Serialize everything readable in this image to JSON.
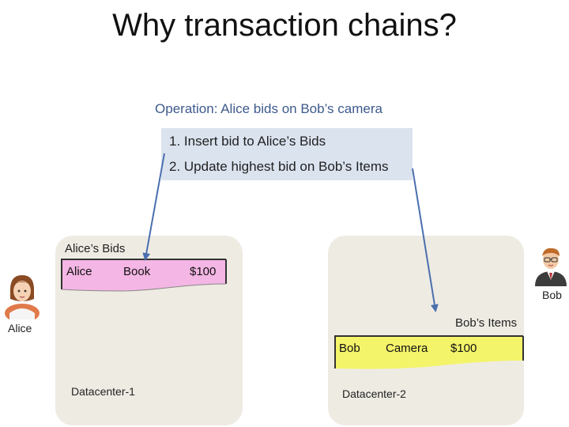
{
  "title": "Why transaction chains?",
  "operation": "Operation: Alice bids on Bob’s camera",
  "steps": [
    "1. Insert bid to Alice’s Bids",
    "2. Update highest bid on Bob’s Items"
  ],
  "datacenter1": {
    "label": "Datacenter-1",
    "table": {
      "title": "Alice’s Bids",
      "row": [
        "Alice",
        "Book",
        "$100"
      ],
      "color": "#f4b6e4"
    }
  },
  "datacenter2": {
    "label": "Datacenter-2",
    "table": {
      "title": "Bob’s Items",
      "row": [
        "Bob",
        "Camera",
        "$100"
      ],
      "color": "#f4f46a"
    }
  },
  "people": {
    "alice": "Alice",
    "bob": "Bob"
  },
  "colors": {
    "arrow": "#4a6fae",
    "datacenter_bg": "#eeebe3",
    "steps_bg": "#dbe3ef"
  }
}
